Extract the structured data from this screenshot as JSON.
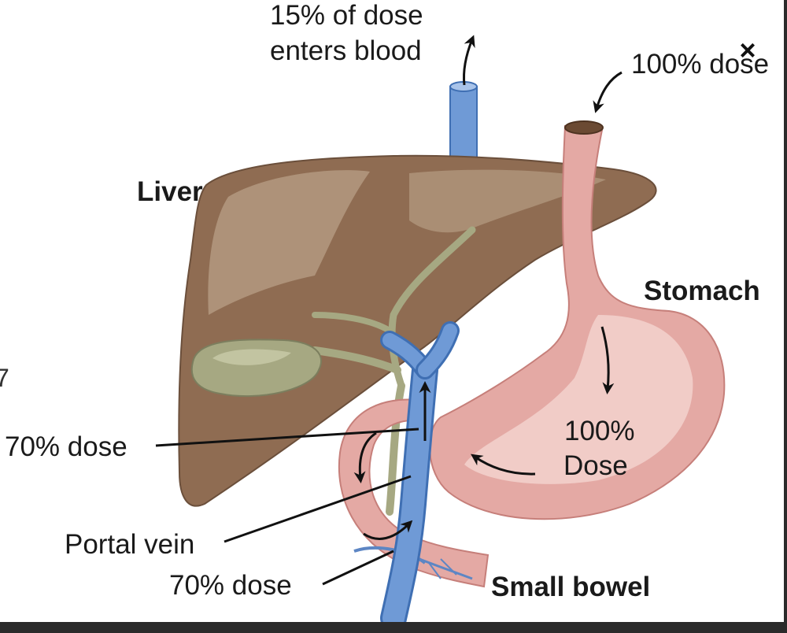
{
  "labels": {
    "enters_blood_line1": "15% of dose",
    "enters_blood_line2": "enters blood",
    "dose_in": "100% dose",
    "liver": "Liver",
    "stomach": "Stomach",
    "stomach_dose_line1": "100%",
    "stomach_dose_line2": "Dose",
    "seventy_upper": "70% dose",
    "portal_vein": "Portal vein",
    "seventy_lower": "70% dose",
    "small_bowel": "Small bowel"
  },
  "controls": {
    "close_glyph": "×"
  },
  "edge_fragments": {
    "left_digit": "7"
  },
  "colors": {
    "liver": "#8f6c52",
    "liver_highlight": "#b59c83",
    "stomach": "#e4a9a4",
    "stomach_inner": "#f2cfcb",
    "stomach_dark": "#c67f7a",
    "vein": "#6f9ad6",
    "vein_dark": "#3f6fb3",
    "gallbladder": "#a6a882",
    "arrow": "#111111"
  }
}
